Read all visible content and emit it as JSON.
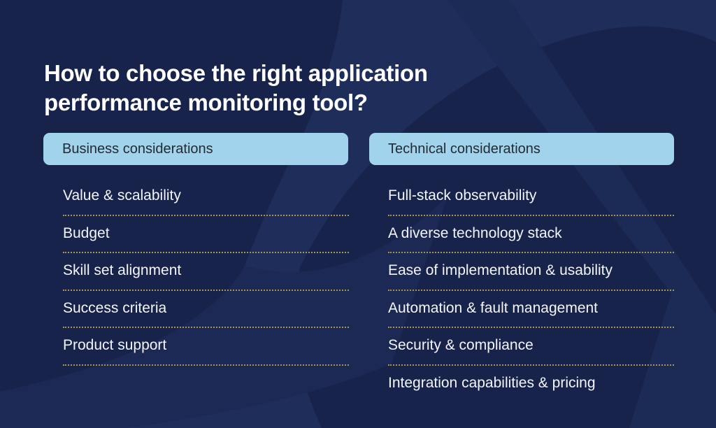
{
  "title": {
    "line1": "How to choose the right application",
    "line2": "performance monitoring tool?"
  },
  "columns": [
    {
      "header": "Business considerations",
      "items": [
        "Value & scalability",
        "Budget",
        "Skill set alignment",
        "Success criteria",
        "Product support"
      ]
    },
    {
      "header": "Technical considerations",
      "items": [
        "Full-stack observability",
        "A diverse technology stack",
        "Ease of implementation & usability",
        "Automation & fault management",
        "Security & compliance",
        "Integration capabilities & pricing"
      ]
    }
  ],
  "colors": {
    "background": "#18234b",
    "shape": "#1f2d5a",
    "pill": "#a1d4ec",
    "divider": "#a8964a"
  }
}
